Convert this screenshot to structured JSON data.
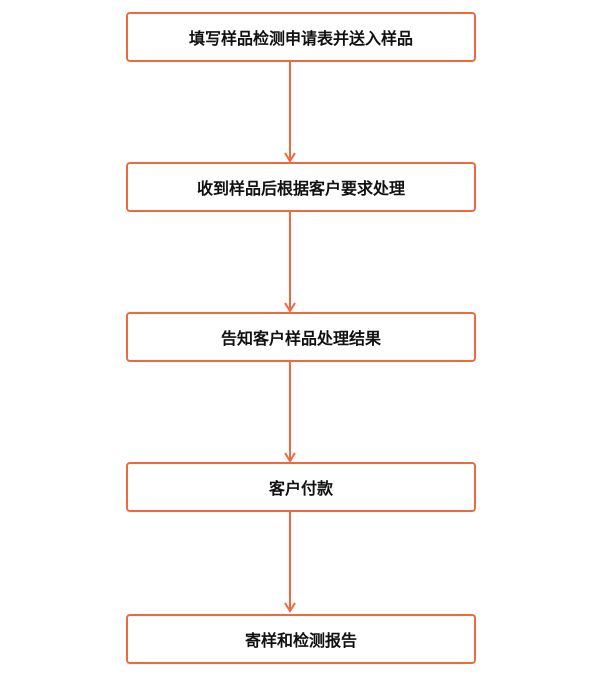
{
  "flowchart": {
    "accent_color": "#ec6a3d",
    "steps": [
      {
        "label": "填写样品检测申请表并送入样品"
      },
      {
        "label": "收到样品后根据客户要求处理"
      },
      {
        "label": "告知客户样品处理结果"
      },
      {
        "label": "客户付款"
      },
      {
        "label": "寄样和检测报告"
      }
    ]
  }
}
